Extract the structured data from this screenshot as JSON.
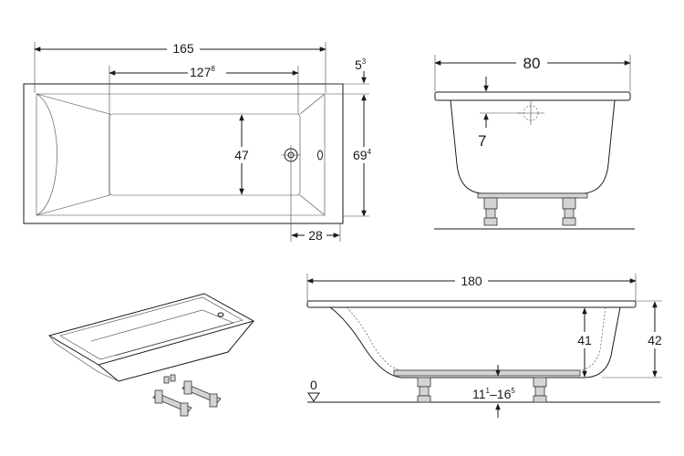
{
  "top_view": {
    "length": "165",
    "inner_length": {
      "base": "127",
      "sup": "8"
    },
    "inner_width": "47",
    "rim": {
      "base": "5",
      "sup": "3"
    },
    "width": {
      "base": "69",
      "sup": "4"
    },
    "drain_offset": "28"
  },
  "end_view": {
    "width": "80",
    "overflow_depth": "7"
  },
  "side_view": {
    "length": "180",
    "inner_depth": "41",
    "height": "42",
    "floor_level": "0",
    "feet_range": {
      "a": "11",
      "a_sup": "1",
      "sep": "–",
      "b": "16",
      "b_sup": "5"
    }
  }
}
